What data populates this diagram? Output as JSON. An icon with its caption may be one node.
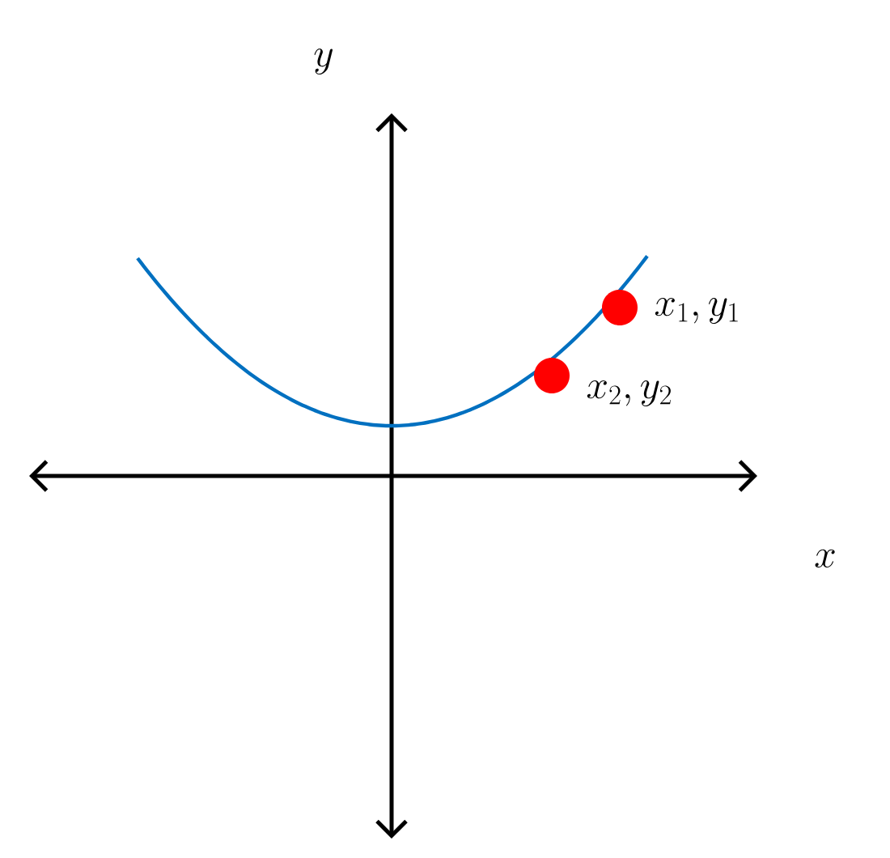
{
  "diagram": {
    "nodes": [
      {
        "text": [],
        "shape": "circle",
        "beside": [
          "x_1, y_1"
        ]
      },
      {
        "text": [],
        "shape": "circle",
        "beside": [
          "x_2, y_2"
        ]
      }
    ],
    "labels": [
      "y",
      "x"
    ]
  }
}
